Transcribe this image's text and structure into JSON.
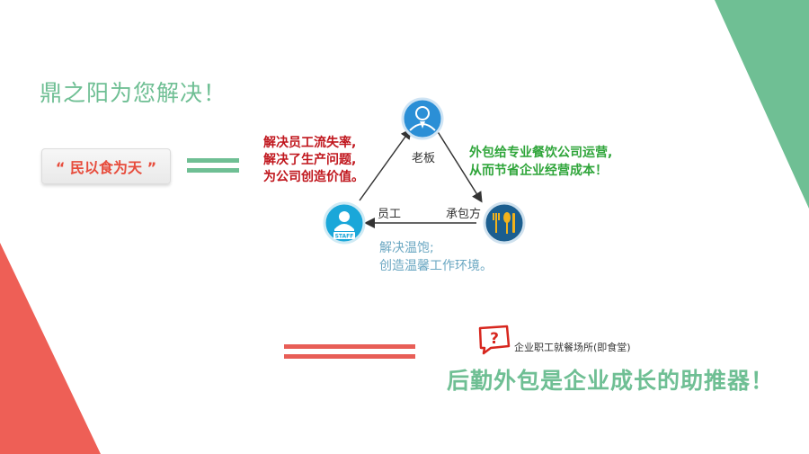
{
  "title": "鼎之阳为您解决！",
  "motto": "“ 民以食为天 ”",
  "diagram": {
    "boss_label": "老板",
    "employee_label": "员工",
    "contractor_label": "承包方",
    "staff_badge": "STAFF",
    "left_note": [
      "解决员工流失率,",
      "解决了生产问题,",
      "为公司创造价值。"
    ],
    "right_note": [
      "外包给专业餐饮公司运营,",
      "从而节省企业经营成本！"
    ],
    "bottom_note": [
      "解决温饱;",
      "创造温馨工作环境。"
    ]
  },
  "question_caption": "企业职工就餐场所(即食堂)",
  "slogan": "后勤外包是企业成长的助推器！",
  "colors": {
    "green": "#6fbf94",
    "red": "#e85e57",
    "blue": "#2b8fd6"
  }
}
